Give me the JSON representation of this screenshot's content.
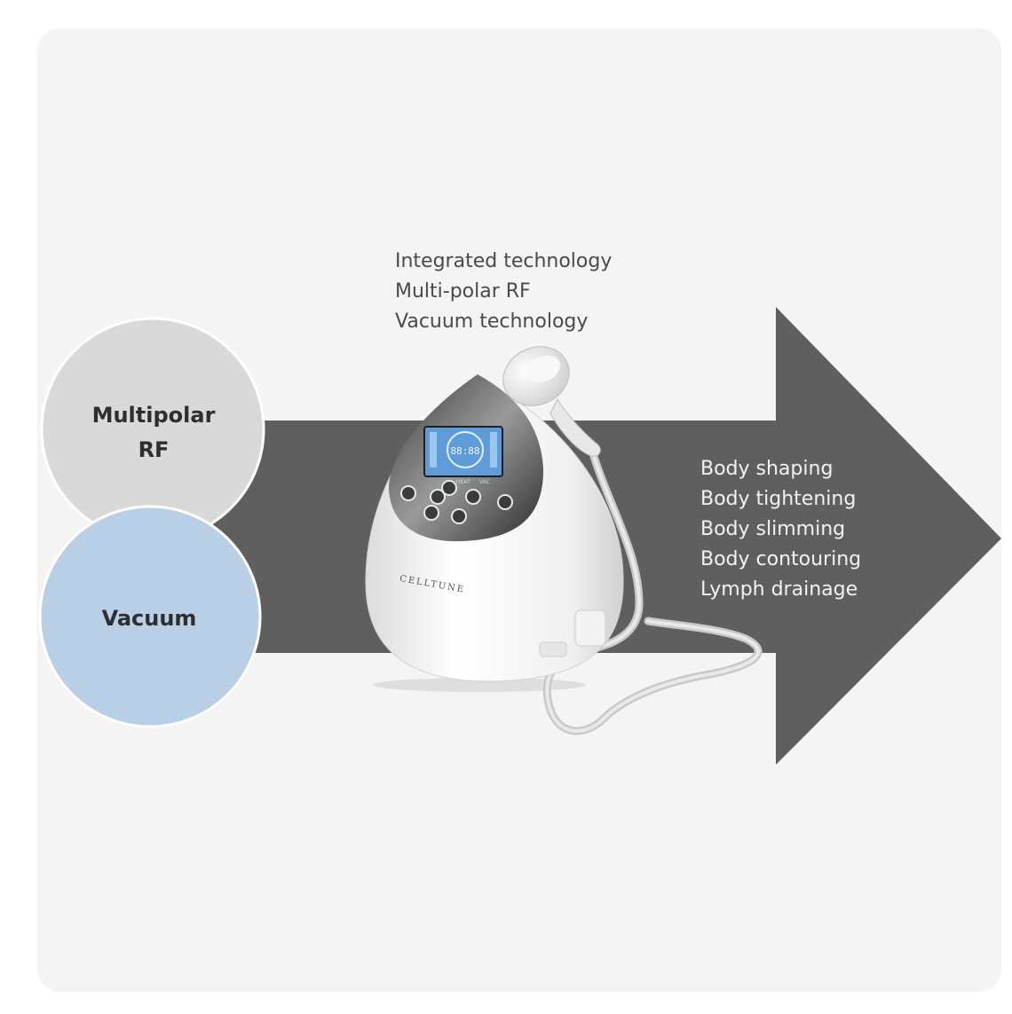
{
  "circles": {
    "multipolar_rf": {
      "lines": [
        "Multipolar",
        "RF"
      ],
      "color": "#d9d9d9"
    },
    "vacuum": {
      "lines": [
        "Vacuum"
      ],
      "color": "#b9cfe6"
    }
  },
  "technology_list": [
    "Integrated technology",
    "Multi-polar RF",
    "Vacuum technology"
  ],
  "benefits_list": [
    "Body shaping",
    "Body tightening",
    "Body slimming",
    "Body contouring",
    "Lymph drainage"
  ],
  "device": {
    "brand": "CELLTUNE",
    "screen_readout": "88:88",
    "button_labels": [
      "HEAT",
      "VAC"
    ]
  },
  "colors": {
    "arrow": "#5f5f5f",
    "panel_background": "#f4f4f4",
    "device_body": "#f7f7f7",
    "screen": "#5f9ad9"
  }
}
